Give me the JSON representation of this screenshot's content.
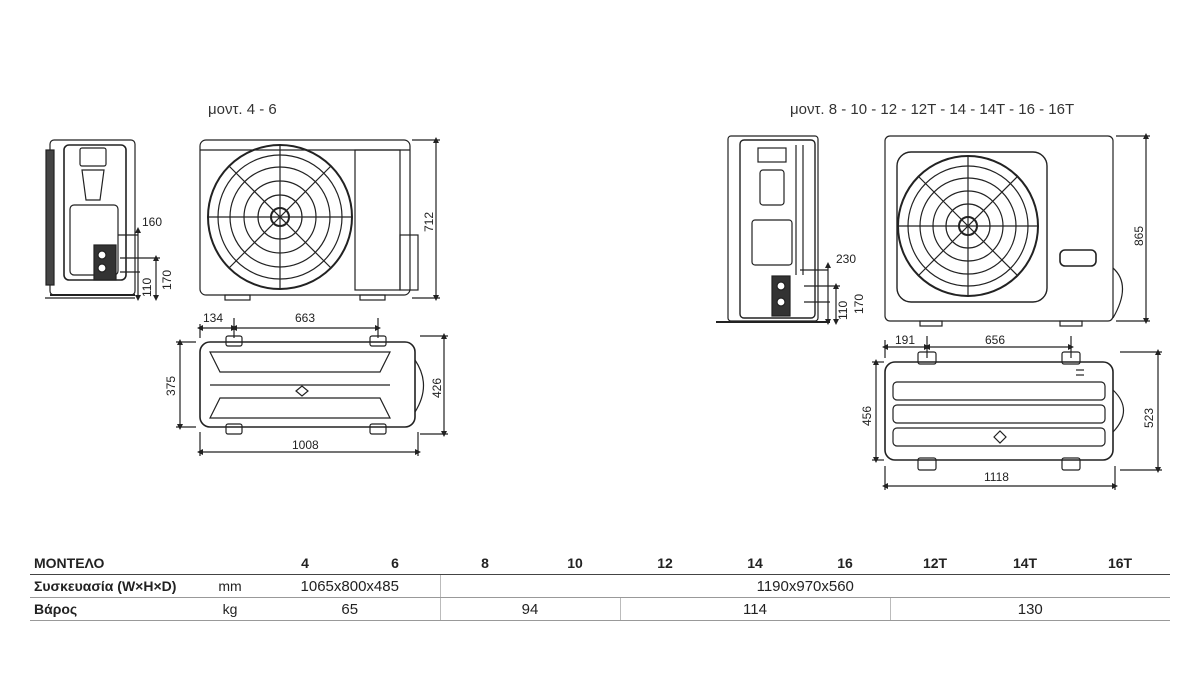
{
  "small_unit": {
    "caption": "μοντ. 4 - 6",
    "dims": {
      "pipe_spacing": "160",
      "pipe_low": "110",
      "pipe_high": "170",
      "height": "712",
      "foot_left": "134",
      "foot_spacing": "663",
      "depth": "375",
      "depth_total": "426",
      "width": "1008"
    }
  },
  "large_unit": {
    "caption": "μοντ. 8 - 10 - 12 - 12T - 14 - 14T - 16 - 16T",
    "dims": {
      "pipe_spacing": "230",
      "pipe_low": "110",
      "pipe_high": "170",
      "height": "865",
      "foot_left": "191",
      "foot_spacing": "656",
      "depth": "456",
      "depth_total": "523",
      "width": "1118"
    }
  },
  "specs": {
    "header_label": "ΜΟΝΤΕΛΟ",
    "models": [
      "4",
      "6",
      "8",
      "10",
      "12",
      "14",
      "16",
      "12T",
      "14T",
      "16T"
    ],
    "packaging": {
      "label": "Συσκευασία (W×H×D)",
      "unit": "mm",
      "small": "1065x800x485",
      "large": "1190x970x560"
    },
    "weight": {
      "label": "Βάρος",
      "unit": "kg",
      "v1": "65",
      "v2": "94",
      "v3": "114",
      "v4": "130"
    }
  }
}
